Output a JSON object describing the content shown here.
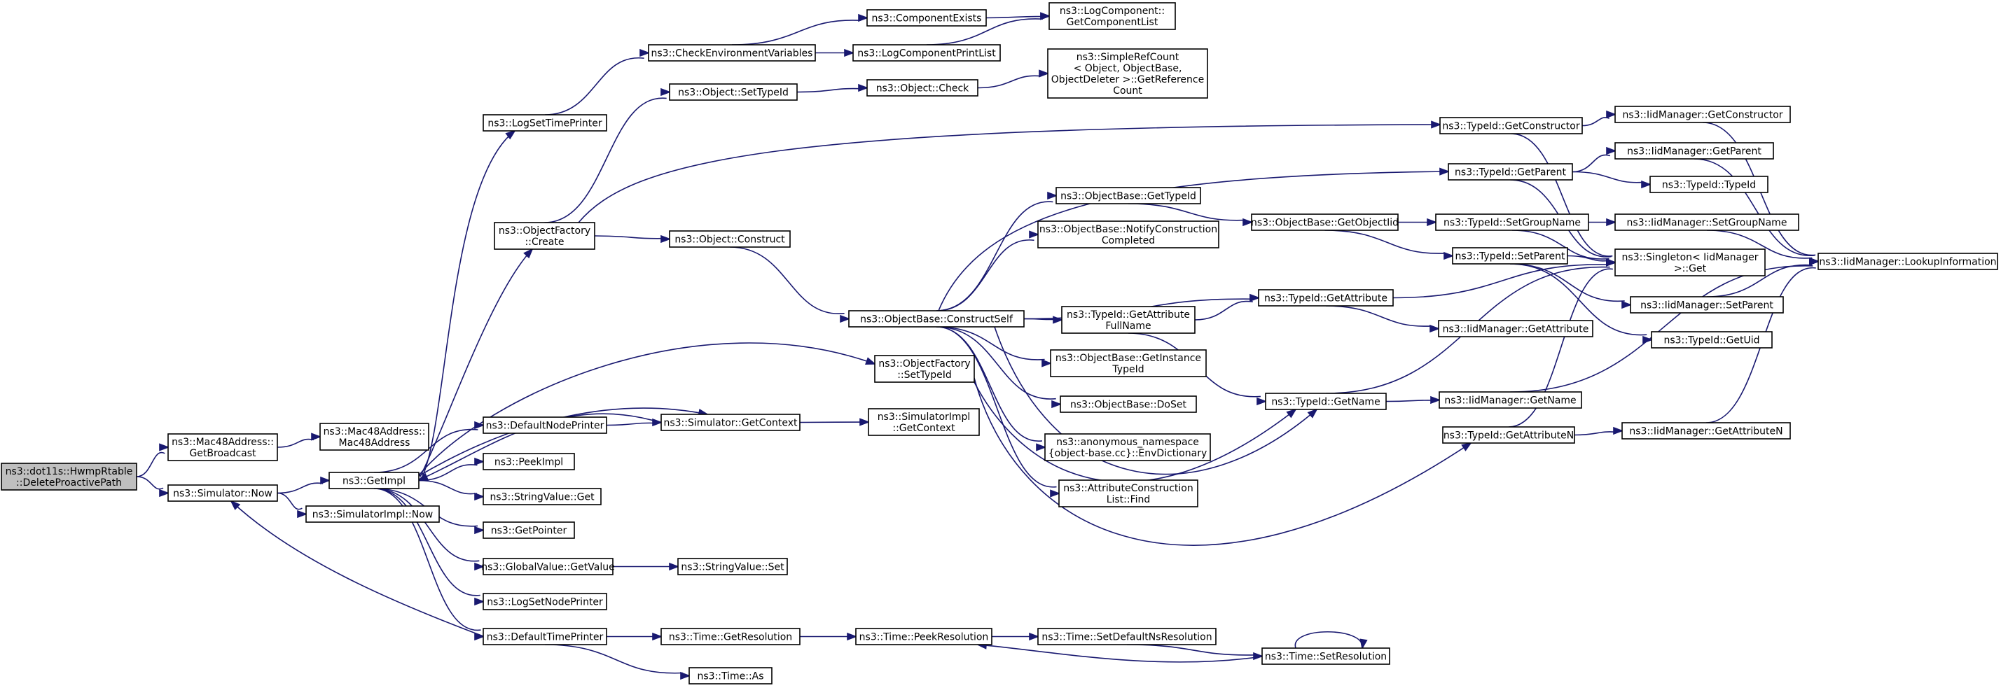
{
  "graph": {
    "nodes": {
      "root": [
        "ns3::dot11s::HwmpRtable",
        "::DeleteProactivePath"
      ],
      "mac48_getbroadcast": [
        "ns3::Mac48Address::",
        "GetBroadcast"
      ],
      "mac48_ctor": [
        "ns3::Mac48Address::",
        "Mac48Address"
      ],
      "sim_now": [
        "ns3::Simulator::Now"
      ],
      "getimpl": [
        "ns3::GetImpl"
      ],
      "simimpl_now": [
        "ns3::SimulatorImpl::Now"
      ],
      "logsettimeprinter": [
        "ns3::LogSetTimePrinter"
      ],
      "checkenv": [
        "ns3::CheckEnvironmentVariables"
      ],
      "componentexists": [
        "ns3::ComponentExists"
      ],
      "logcomponentprintlist": [
        "ns3::LogComponentPrintList"
      ],
      "getcomponentlist": [
        "ns3::LogComponent::",
        "GetComponentList"
      ],
      "objfactory_create": [
        "ns3::ObjectFactory",
        "::Create"
      ],
      "object_settypeid": [
        "ns3::Object::SetTypeId"
      ],
      "object_check": [
        "ns3::Object::Check"
      ],
      "simplerefcount": [
        "ns3::SimpleRefCount",
        "< Object, ObjectBase,",
        "ObjectDeleter >::GetReference",
        "Count"
      ],
      "object_construct": [
        "ns3::Object::Construct"
      ],
      "constructself": [
        "ns3::ObjectBase::ConstructSelf"
      ],
      "typeid_getconstructor": [
        "ns3::TypeId::GetConstructor"
      ],
      "iid_getconstructor": [
        "ns3::IidManager::GetConstructor"
      ],
      "typeid_getparent": [
        "ns3::TypeId::GetParent"
      ],
      "iid_getparent": [
        "ns3::IidManager::GetParent"
      ],
      "typeid_typeid": [
        "ns3::TypeId::TypeId"
      ],
      "ob_gettypeid": [
        "ns3::ObjectBase::GetTypeId"
      ],
      "ob_getobjectiid": [
        "ns3::ObjectBase::GetObjectIid"
      ],
      "typeid_setgroupname": [
        "ns3::TypeId::SetGroupName"
      ],
      "iid_setgroupname": [
        "ns3::IidManager::SetGroupName"
      ],
      "singleton_get": [
        "ns3::Singleton< IidManager",
        ">::Get"
      ],
      "iid_lookup": [
        "ns3::IidManager::LookupInformation"
      ],
      "ob_notify": [
        "ns3::ObjectBase::NotifyConstruction",
        "Completed"
      ],
      "typeid_getattrfullname": [
        "ns3::TypeId::GetAttribute",
        "FullName"
      ],
      "typeid_getattribute": [
        "ns3::TypeId::GetAttribute"
      ],
      "typeid_setparent": [
        "ns3::TypeId::SetParent"
      ],
      "iid_setparent": [
        "ns3::IidManager::SetParent"
      ],
      "iid_getattribute": [
        "ns3::IidManager::GetAttribute"
      ],
      "typeid_getuid": [
        "ns3::TypeId::GetUid"
      ],
      "ob_getinstancetypeid": [
        "ns3::ObjectBase::GetInstance",
        "TypeId"
      ],
      "objfactory_settypeid": [
        "ns3::ObjectFactory",
        "::SetTypeId"
      ],
      "ob_doset": [
        "ns3::ObjectBase::DoSet"
      ],
      "typeid_getname": [
        "ns3::TypeId::GetName"
      ],
      "iid_getname": [
        "ns3::IidManager::GetName"
      ],
      "typeid_getattributen": [
        "ns3::TypeId::GetAttributeN"
      ],
      "iid_getattributen": [
        "ns3::IidManager::GetAttributeN"
      ],
      "defaultnodeprinter": [
        "ns3::DefaultNodePrinter"
      ],
      "sim_getcontext": [
        "ns3::Simulator::GetContext"
      ],
      "simimpl_getcontext": [
        "ns3::SimulatorImpl",
        "::GetContext"
      ],
      "anon_envdict": [
        "ns3::anonymous_namespace",
        "{object-base.cc}::EnvDictionary"
      ],
      "peekimpl": [
        "ns3::PeekImpl"
      ],
      "attrconstruction_find": [
        "ns3::AttributeConstruction",
        "List::Find"
      ],
      "stringvalue_get": [
        "ns3::StringValue::Get"
      ],
      "getpointer": [
        "ns3::GetPointer"
      ],
      "globalvalue_getvalue": [
        "ns3::GlobalValue::GetValue"
      ],
      "stringvalue_set": [
        "ns3::StringValue::Set"
      ],
      "logsetnodeprinter": [
        "ns3::LogSetNodePrinter"
      ],
      "defaulttimeprinter": [
        "ns3::DefaultTimePrinter"
      ],
      "time_getresolution": [
        "ns3::Time::GetResolution"
      ],
      "time_peekresolution": [
        "ns3::Time::PeekResolution"
      ],
      "time_setdefaultns": [
        "ns3::Time::SetDefaultNsResolution"
      ],
      "time_setresolution": [
        "ns3::Time::SetResolution"
      ],
      "time_as": [
        "ns3::Time::As"
      ]
    }
  }
}
